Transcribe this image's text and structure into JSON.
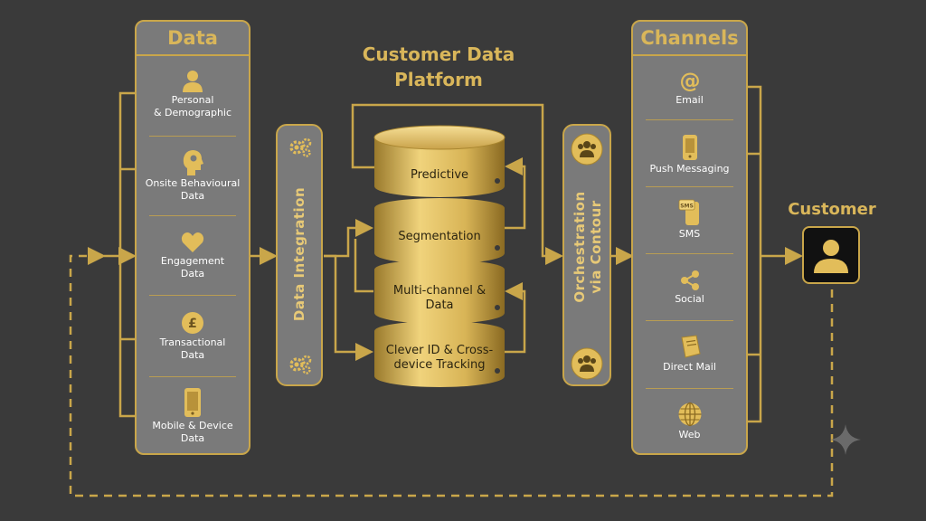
{
  "title": {
    "line1": "Customer Data",
    "line2": "Platform"
  },
  "data_panel": {
    "title": "Data",
    "items": [
      {
        "icon": "person-icon",
        "label1": "Personal",
        "label2": "& Demographic"
      },
      {
        "icon": "head-gears-icon",
        "label1": "Onsite Behavioural",
        "label2": "Data"
      },
      {
        "icon": "heart-icon",
        "label1": "Engagement",
        "label2": "Data"
      },
      {
        "icon": "pound-coin-icon",
        "label1": "Transactional",
        "label2": "Data"
      },
      {
        "icon": "mobile-phone-icon",
        "label1": "Mobile & Device",
        "label2": "Data"
      }
    ]
  },
  "integration": {
    "label": "Data Integration",
    "icon": "gears-icon"
  },
  "platform_layers": [
    {
      "label1": "Predictive",
      "label2": ""
    },
    {
      "label1": "Segmentation",
      "label2": ""
    },
    {
      "label1": "Multi-channel &",
      "label2": "Data"
    },
    {
      "label1": "Clever ID & Cross-",
      "label2": "device Tracking"
    }
  ],
  "orchestration": {
    "label1": "Orchestration",
    "label2": "via Contour",
    "icon": "people-group-icon"
  },
  "channels_panel": {
    "title": "Channels",
    "items": [
      {
        "icon": "at-sign-icon",
        "label": "Email"
      },
      {
        "icon": "phone-push-icon",
        "label": "Push Messaging"
      },
      {
        "icon": "sms-icon",
        "label": "SMS"
      },
      {
        "icon": "share-icon",
        "label": "Social"
      },
      {
        "icon": "mail-book-icon",
        "label": "Direct Mail"
      },
      {
        "icon": "globe-icon",
        "label": "Web"
      }
    ]
  },
  "customer": {
    "label": "Customer",
    "icon": "user-avatar-icon"
  },
  "colors": {
    "background": "#3a3a3a",
    "gold": "#c9a64a",
    "gold_light": "#e7c977",
    "panel": "#7a7a7a"
  },
  "decoration": {
    "icon": "sparkle-icon"
  }
}
